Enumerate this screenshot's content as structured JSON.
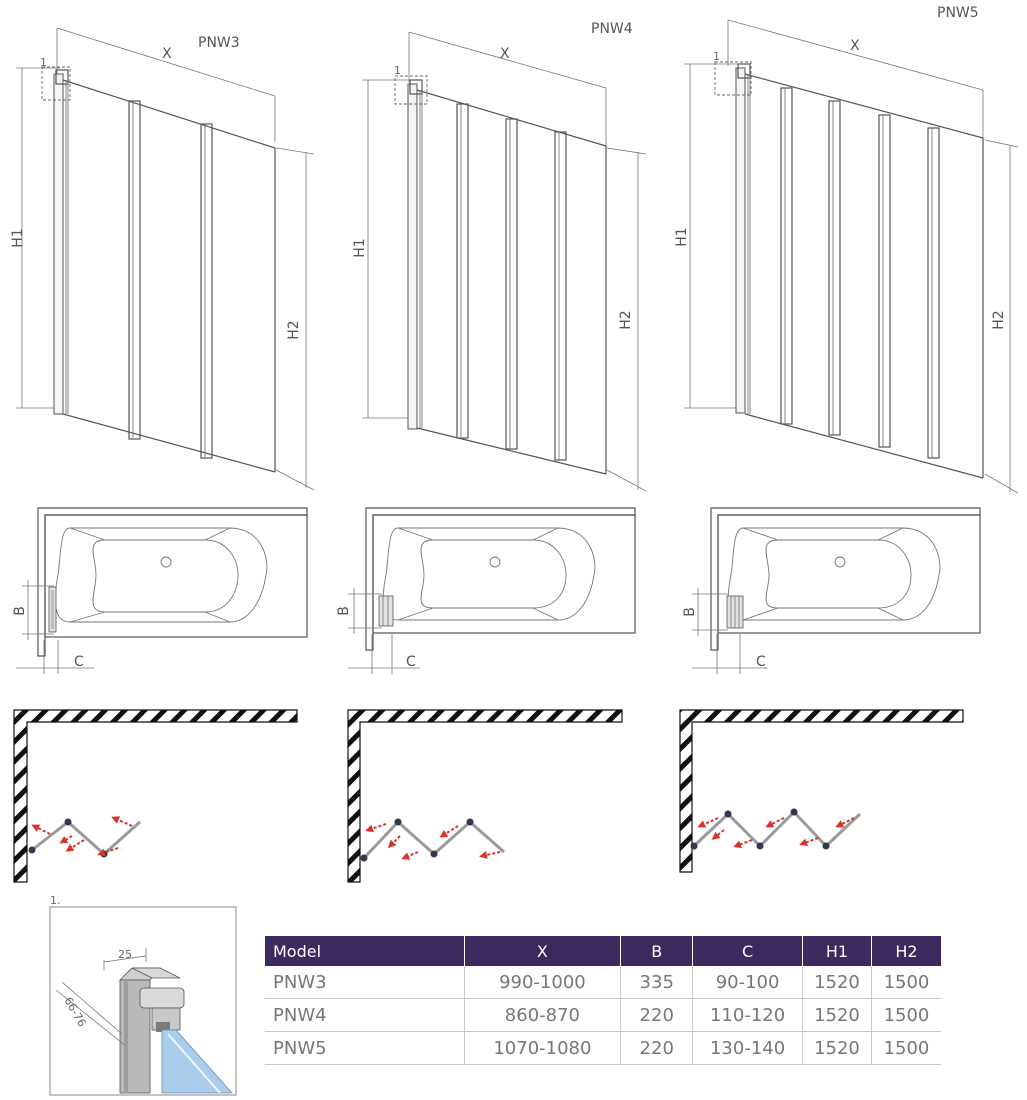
{
  "models": [
    {
      "name": "PNW3",
      "panels": 3
    },
    {
      "name": "PNW4",
      "panels": 4
    },
    {
      "name": "PNW5",
      "panels": 5
    }
  ],
  "dimension_labels": {
    "x": "X",
    "h1": "H1",
    "h2": "H2",
    "b": "B",
    "c": "C",
    "detail_marker": "1"
  },
  "detail": {
    "title": "1.",
    "width_label": "25",
    "range_label": "66-76"
  },
  "table": {
    "headers": [
      "Model",
      "X",
      "B",
      "C",
      "H1",
      "H2"
    ],
    "rows": [
      [
        "PNW3",
        "990-1000",
        "335",
        "90-100",
        "1520",
        "1500"
      ],
      [
        "PNW4",
        "860-870",
        "220",
        "110-120",
        "1520",
        "1500"
      ],
      [
        "PNW5",
        "1070-1080",
        "220",
        "130-140",
        "1520",
        "1500"
      ]
    ]
  },
  "colors": {
    "table_header": "#3c2a5e",
    "arrow": "#d9342b",
    "glass": "#a9cdea",
    "hinge": "#2f3a4f"
  }
}
